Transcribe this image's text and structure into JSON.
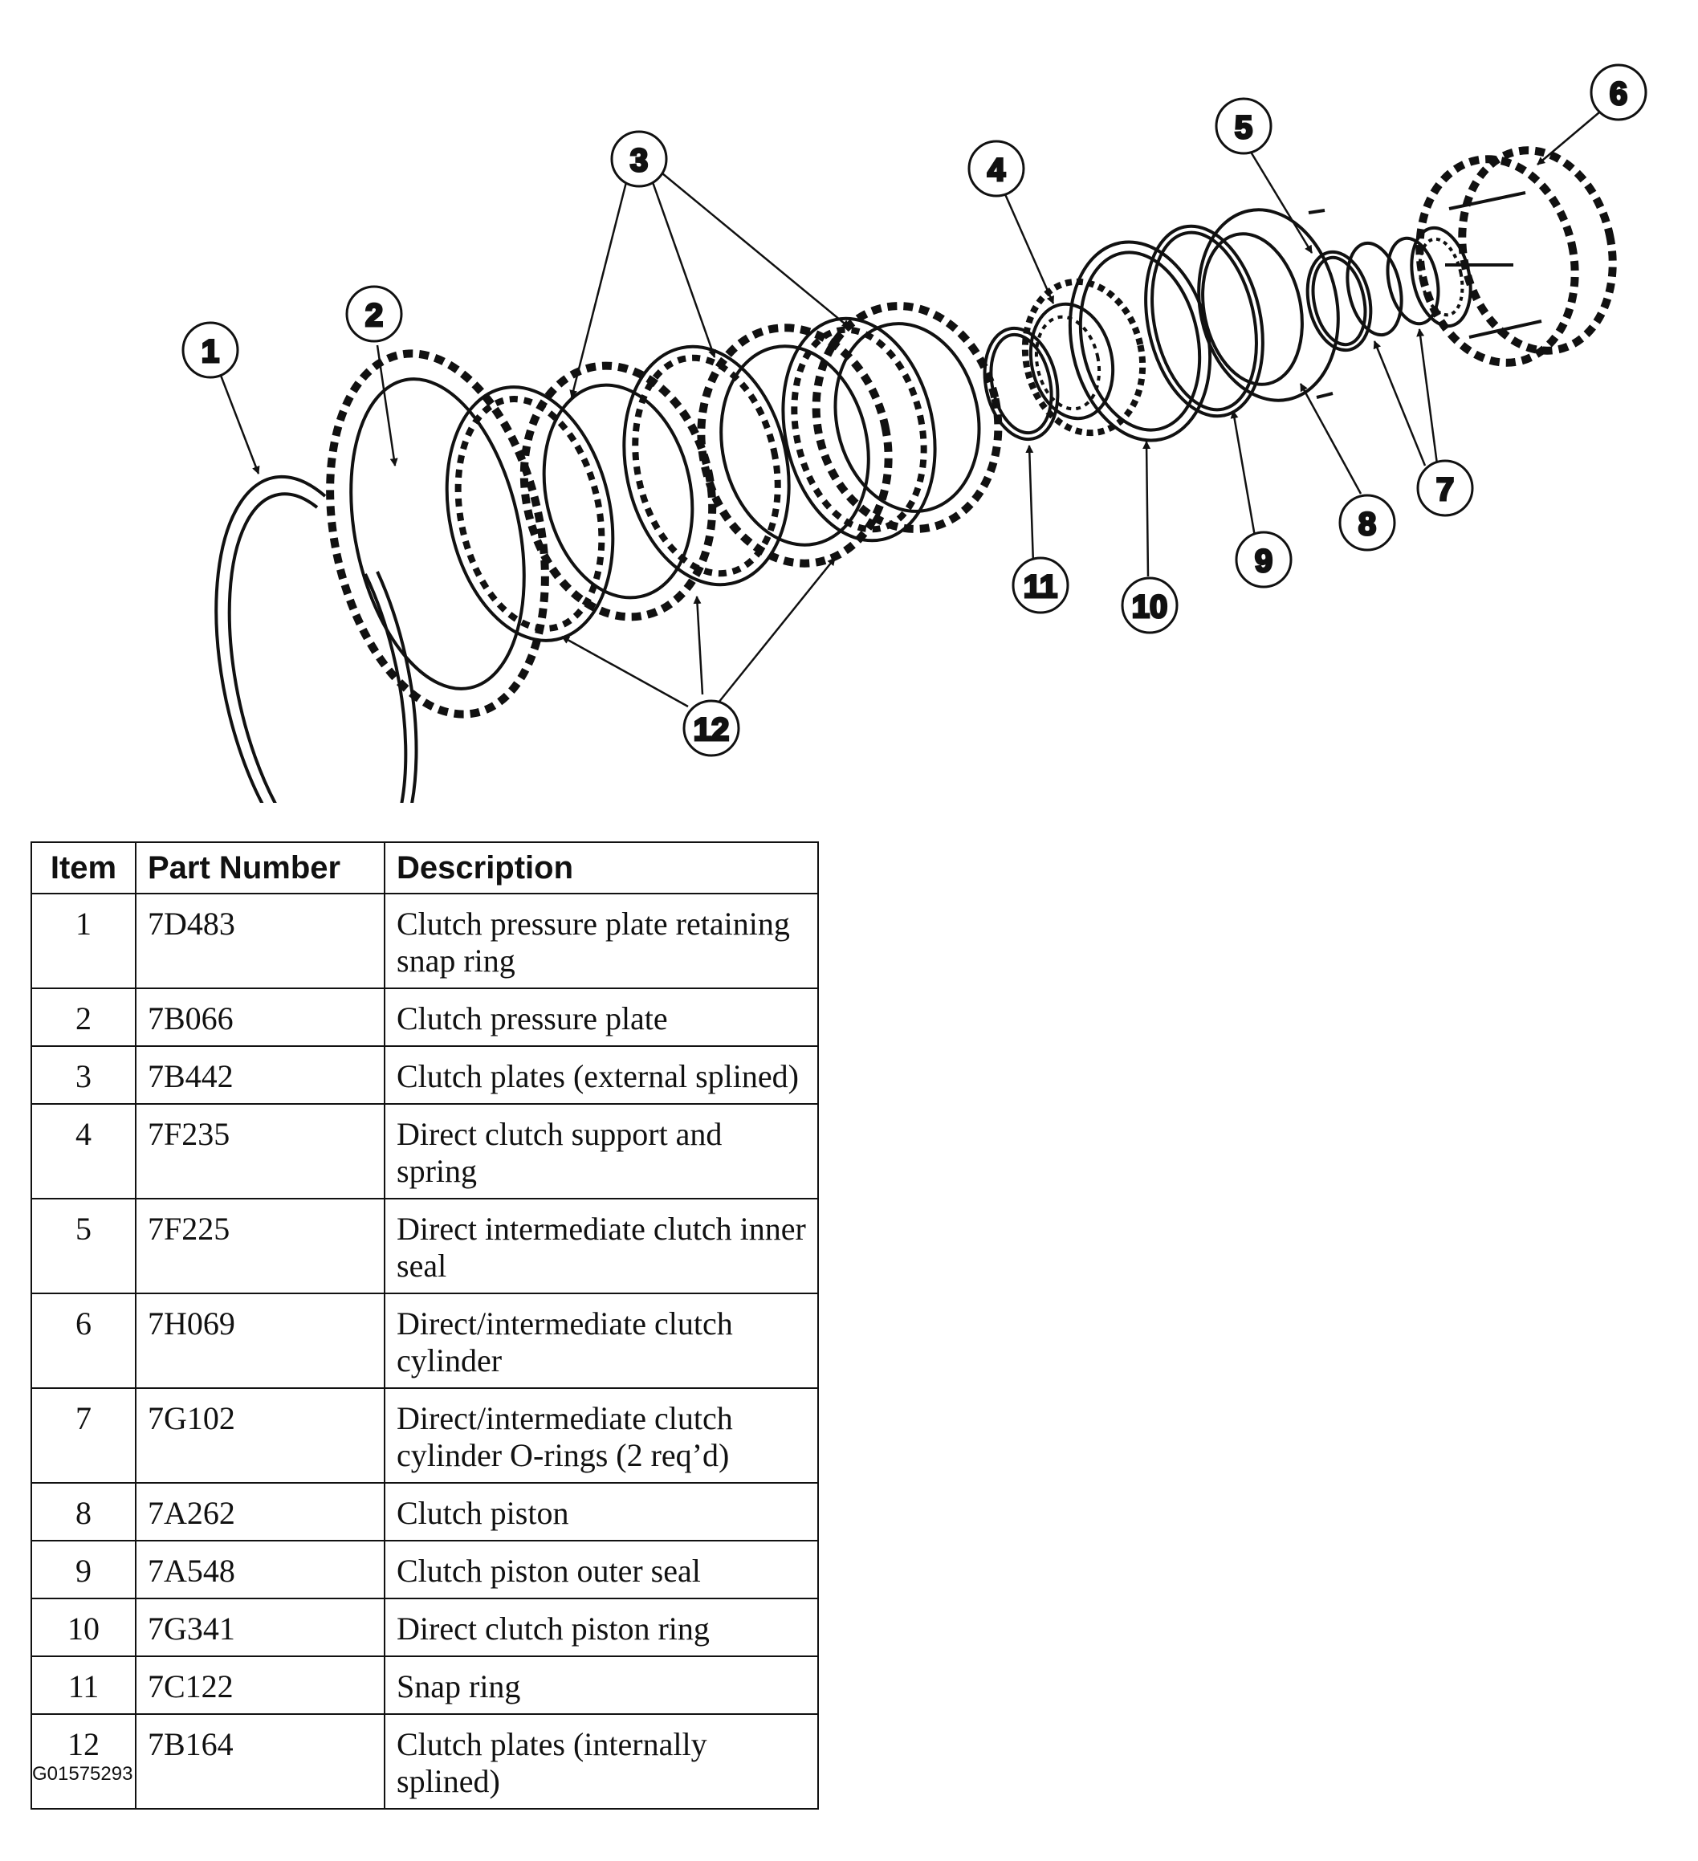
{
  "callouts": [
    "1",
    "2",
    "3",
    "4",
    "5",
    "6",
    "7",
    "8",
    "9",
    "10",
    "11",
    "12"
  ],
  "table": {
    "headers": {
      "item": "Item",
      "part": "Part Number",
      "desc": "Description"
    },
    "rows": [
      {
        "item": "1",
        "part": "7D483",
        "desc": "Clutch pressure plate retaining snap ring"
      },
      {
        "item": "2",
        "part": "7B066",
        "desc": "Clutch pressure plate"
      },
      {
        "item": "3",
        "part": "7B442",
        "desc": "Clutch plates (external splined)"
      },
      {
        "item": "4",
        "part": "7F235",
        "desc": "Direct clutch support and spring"
      },
      {
        "item": "5",
        "part": "7F225",
        "desc": "Direct intermediate clutch inner seal"
      },
      {
        "item": "6",
        "part": "7H069",
        "desc": "Direct/intermediate clutch cylinder"
      },
      {
        "item": "7",
        "part": "7G102",
        "desc": "Direct/intermediate clutch cylinder O-rings (2 req’d)"
      },
      {
        "item": "8",
        "part": "7A262",
        "desc": "Clutch piston"
      },
      {
        "item": "9",
        "part": "7A548",
        "desc": "Clutch piston outer seal"
      },
      {
        "item": "10",
        "part": "7G341",
        "desc": "Direct clutch piston ring"
      },
      {
        "item": "11",
        "part": "7C122",
        "desc": "Snap ring"
      },
      {
        "item": "12",
        "part": "7B164",
        "desc": "Clutch plates (internally splined)"
      }
    ]
  },
  "figure_code": "G01575293"
}
